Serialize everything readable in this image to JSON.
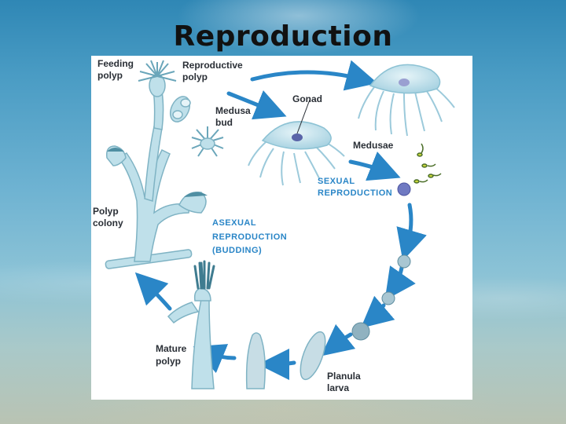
{
  "slide": {
    "title": "Reproduction"
  },
  "diagram": {
    "labels": {
      "feeding_polyp_1": "Feeding",
      "feeding_polyp_2": "polyp",
      "reproductive_polyp_1": "Reproductive",
      "reproductive_polyp_2": "polyp",
      "medusa_bud_1": "Medusa",
      "medusa_bud_2": "bud",
      "gonad": "Gonad",
      "medusae": "Medusae",
      "sexual_1": "SEXUAL",
      "sexual_2": "REPRODUCTION",
      "polyp_colony_1": "Polyp",
      "polyp_colony_2": "colony",
      "asexual_1": "ASEXUAL",
      "asexual_2": "REPRODUCTION",
      "asexual_3": "(BUDDING)",
      "mature_polyp_1": "Mature",
      "mature_polyp_2": "polyp",
      "planula_1": "Planula",
      "planula_2": "larva"
    },
    "colors": {
      "arrow": "#2a86c7",
      "tissue": "#bfe0ea",
      "tissue_stroke": "#7fb3c4",
      "label": "#2a2f36",
      "section_label": "#2a86c7"
    }
  }
}
